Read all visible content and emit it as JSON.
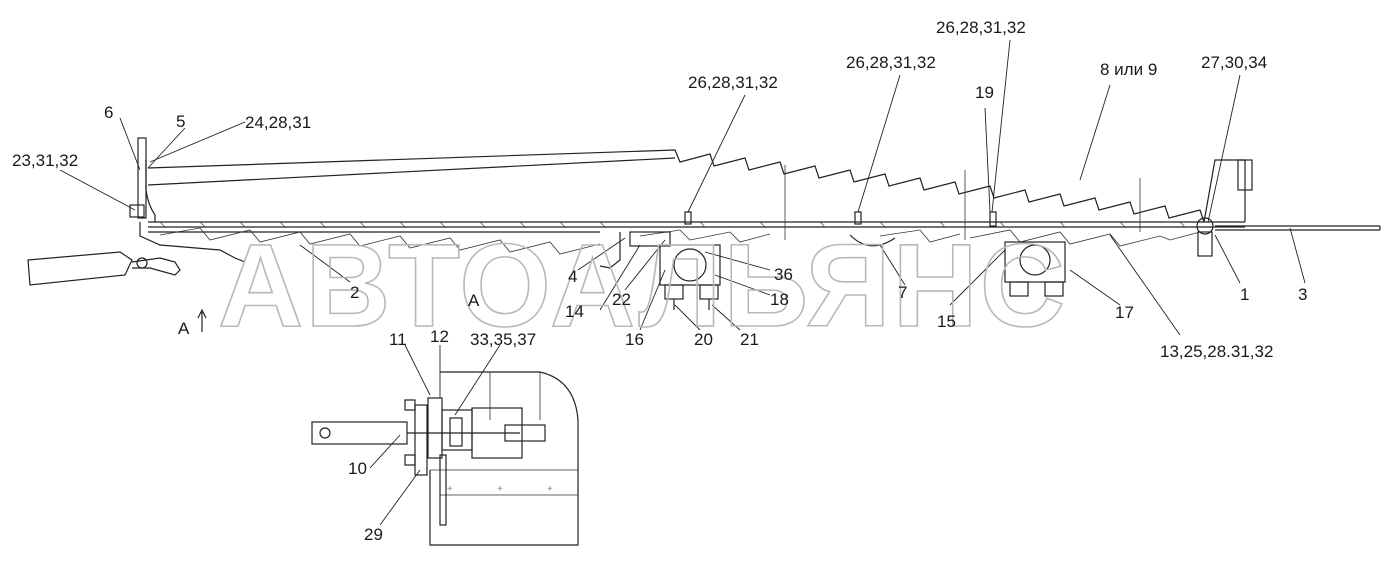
{
  "watermark": "АВТОАЛЬЯНС",
  "view_label": "А",
  "view_arrow_label": "А",
  "callouts": [
    {
      "id": "c6",
      "text": "6"
    },
    {
      "id": "c5",
      "text": "5"
    },
    {
      "id": "c24_28_31",
      "text": "24,28,31"
    },
    {
      "id": "c23_31_32",
      "text": "23,31,32"
    },
    {
      "id": "c2",
      "text": "2"
    },
    {
      "id": "c4",
      "text": "4"
    },
    {
      "id": "c14",
      "text": "14"
    },
    {
      "id": "c22",
      "text": "22"
    },
    {
      "id": "c16",
      "text": "16"
    },
    {
      "id": "c26a",
      "text": "26,28,31,32"
    },
    {
      "id": "c36",
      "text": "36"
    },
    {
      "id": "c18",
      "text": "18"
    },
    {
      "id": "c20",
      "text": "20"
    },
    {
      "id": "c21",
      "text": "21"
    },
    {
      "id": "c26b",
      "text": "26,28,31,32"
    },
    {
      "id": "c7",
      "text": "7"
    },
    {
      "id": "c26c",
      "text": "26,28,31,32"
    },
    {
      "id": "c19",
      "text": "19"
    },
    {
      "id": "c15",
      "text": "15"
    },
    {
      "id": "c8_9",
      "text": "8 или 9"
    },
    {
      "id": "c17",
      "text": "17"
    },
    {
      "id": "c27_30_34",
      "text": "27,30,34"
    },
    {
      "id": "c1",
      "text": "1"
    },
    {
      "id": "c3",
      "text": "3"
    },
    {
      "id": "c13",
      "text": "13,25,28.31,32"
    },
    {
      "id": "c11",
      "text": "11"
    },
    {
      "id": "c12",
      "text": "12"
    },
    {
      "id": "c33",
      "text": "33,35,37"
    },
    {
      "id": "c10",
      "text": "10"
    },
    {
      "id": "c29",
      "text": "29"
    }
  ]
}
